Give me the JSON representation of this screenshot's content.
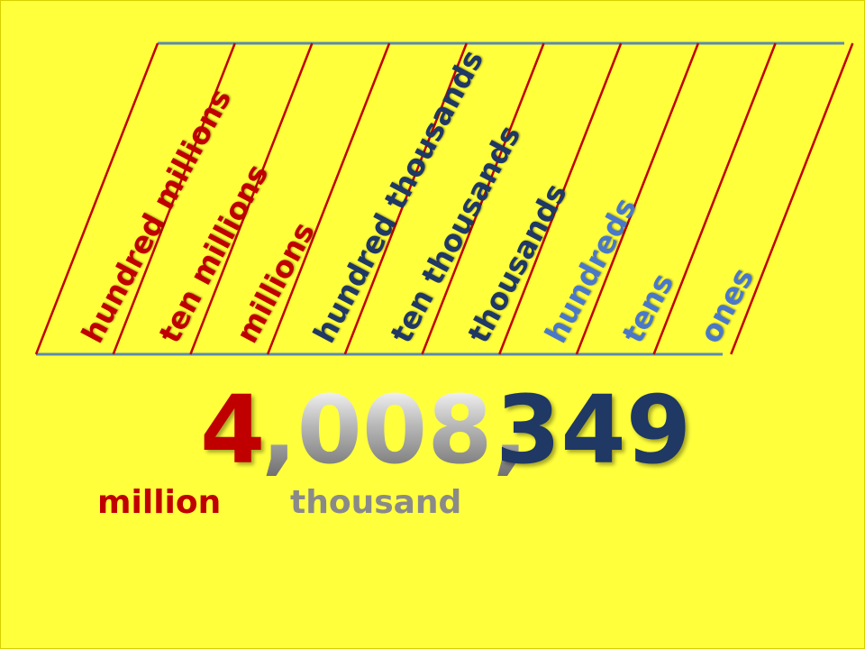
{
  "place_value_chart": {
    "columns": [
      {
        "label": "hundred millions",
        "group": "millions"
      },
      {
        "label": "ten millions",
        "group": "millions"
      },
      {
        "label": "millions",
        "group": "millions"
      },
      {
        "label": "hundred thousands",
        "group": "thousands"
      },
      {
        "label": "ten thousands",
        "group": "thousands"
      },
      {
        "label": "thousands",
        "group": "thousands"
      },
      {
        "label": "hundreds",
        "group": "ones"
      },
      {
        "label": "tens",
        "group": "ones"
      },
      {
        "label": "ones",
        "group": "ones"
      }
    ]
  },
  "number": {
    "millions_digit": "4",
    "thousands_part": ",008,",
    "ones_part": "349"
  },
  "period_labels": {
    "million": "million",
    "thousand": "thousand"
  },
  "colors": {
    "background": "#ffff3c",
    "millions": "#c00000",
    "thousands": "#1f3864",
    "ones": "#4a78c8",
    "divider": "#c00000",
    "rail": "#5b8bb0"
  }
}
